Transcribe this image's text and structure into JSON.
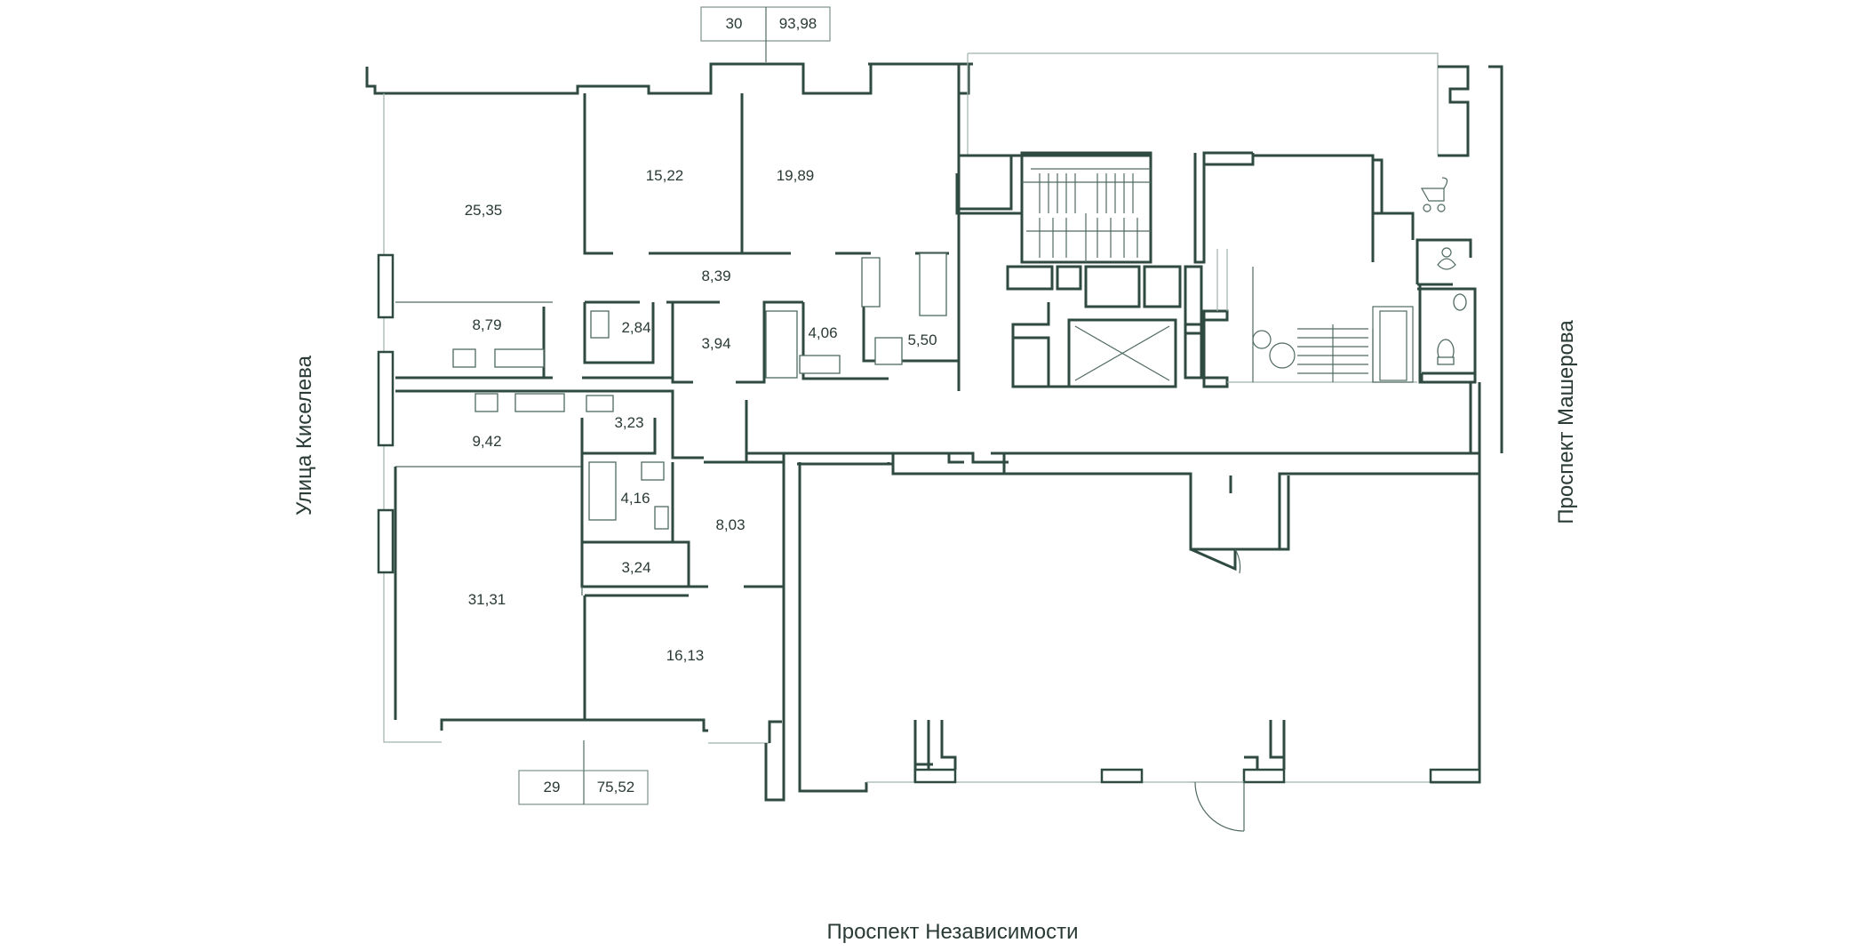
{
  "streets": {
    "left": "Улица Киселева",
    "right": "Проспект Машерова",
    "bottom": "Проспект Независимости"
  },
  "apartments": [
    {
      "number": "30",
      "area": "93,98"
    },
    {
      "number": "29",
      "area": "75,52"
    }
  ],
  "rooms": [
    "25,35",
    "15,22",
    "19,89",
    "8,39",
    "8,79",
    "2,84",
    "3,94",
    "4,06",
    "5,50",
    "9,42",
    "3,23",
    "4,16",
    "8,03",
    "3,24",
    "31,31",
    "16,13"
  ],
  "colors": {
    "wall": "#2f4a40",
    "text": "#2a3a36",
    "background": "#ffffff"
  }
}
